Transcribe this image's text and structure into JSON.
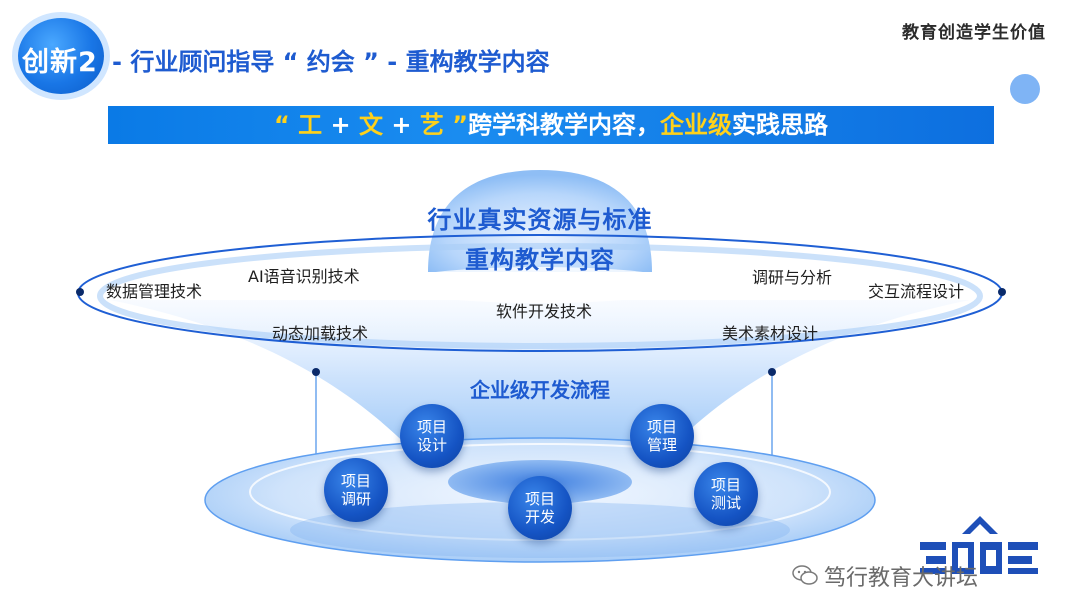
{
  "header": {
    "badge_text": "创新",
    "badge_num": "2",
    "title": "- 行业顾问指导 “ 约会 ” - 重构教学内容",
    "brand": "教育创造学生价值"
  },
  "banner": {
    "open_quote": "“",
    "gong": "工",
    "plus1": " + ",
    "wen": "文",
    "plus2": " + ",
    "yi": "艺",
    "close_quote": "”",
    "middle": "跨学科教学内容，",
    "highlight": "企业级",
    "end": "实践思路"
  },
  "diagram": {
    "title_line1": "行业真实资源与标准",
    "title_line2": "重构教学内容",
    "ring_labels": {
      "data_mgmt": "数据管理技术",
      "ai_voice": "AI语音识别技术",
      "research": "调研与分析",
      "interaction": "交互流程设计",
      "software": "软件开发技术",
      "dynamic": "动态加载技术",
      "art": "美术素材设计"
    },
    "flow_title": "企业级开发流程",
    "steps": {
      "design": [
        "项目",
        "设计"
      ],
      "manage": [
        "项目",
        "管理"
      ],
      "research": [
        "项目",
        "调研"
      ],
      "develop": [
        "项目",
        "开发"
      ],
      "test": [
        "项目",
        "测试"
      ]
    }
  },
  "footer": {
    "watermark": "笃行教育大讲坛"
  },
  "colors": {
    "primary_blue": "#1e5bd0",
    "banner_blue": "#0a7ae6",
    "highlight_yellow": "#ffd11a"
  }
}
